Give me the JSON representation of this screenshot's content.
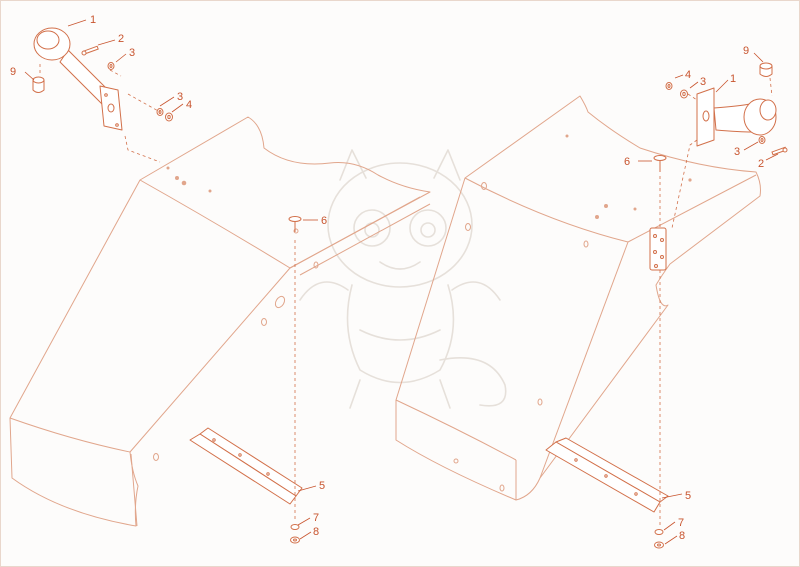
{
  "colors": {
    "line": "#d2704a",
    "callout": "#c8542e",
    "panel_line": "#e1a68c",
    "watermark": "#e6e0da",
    "frame": "#e9d7cc",
    "background": "#fdfcfb"
  },
  "callouts": {
    "left": {
      "c1": "1",
      "c2": "2",
      "c3a": "3",
      "c3b": "3",
      "c4": "4",
      "c9": "9",
      "c6": "6",
      "c5": "5",
      "c7": "7",
      "c8": "8"
    },
    "right": {
      "c9": "9",
      "c4": "4",
      "c3a": "3",
      "c1": "1",
      "c6": "6",
      "c3b": "3",
      "c2": "2",
      "c5": "5",
      "c7": "7",
      "c8": "8"
    }
  },
  "watermark_icon": "dragon-mascot-icon"
}
